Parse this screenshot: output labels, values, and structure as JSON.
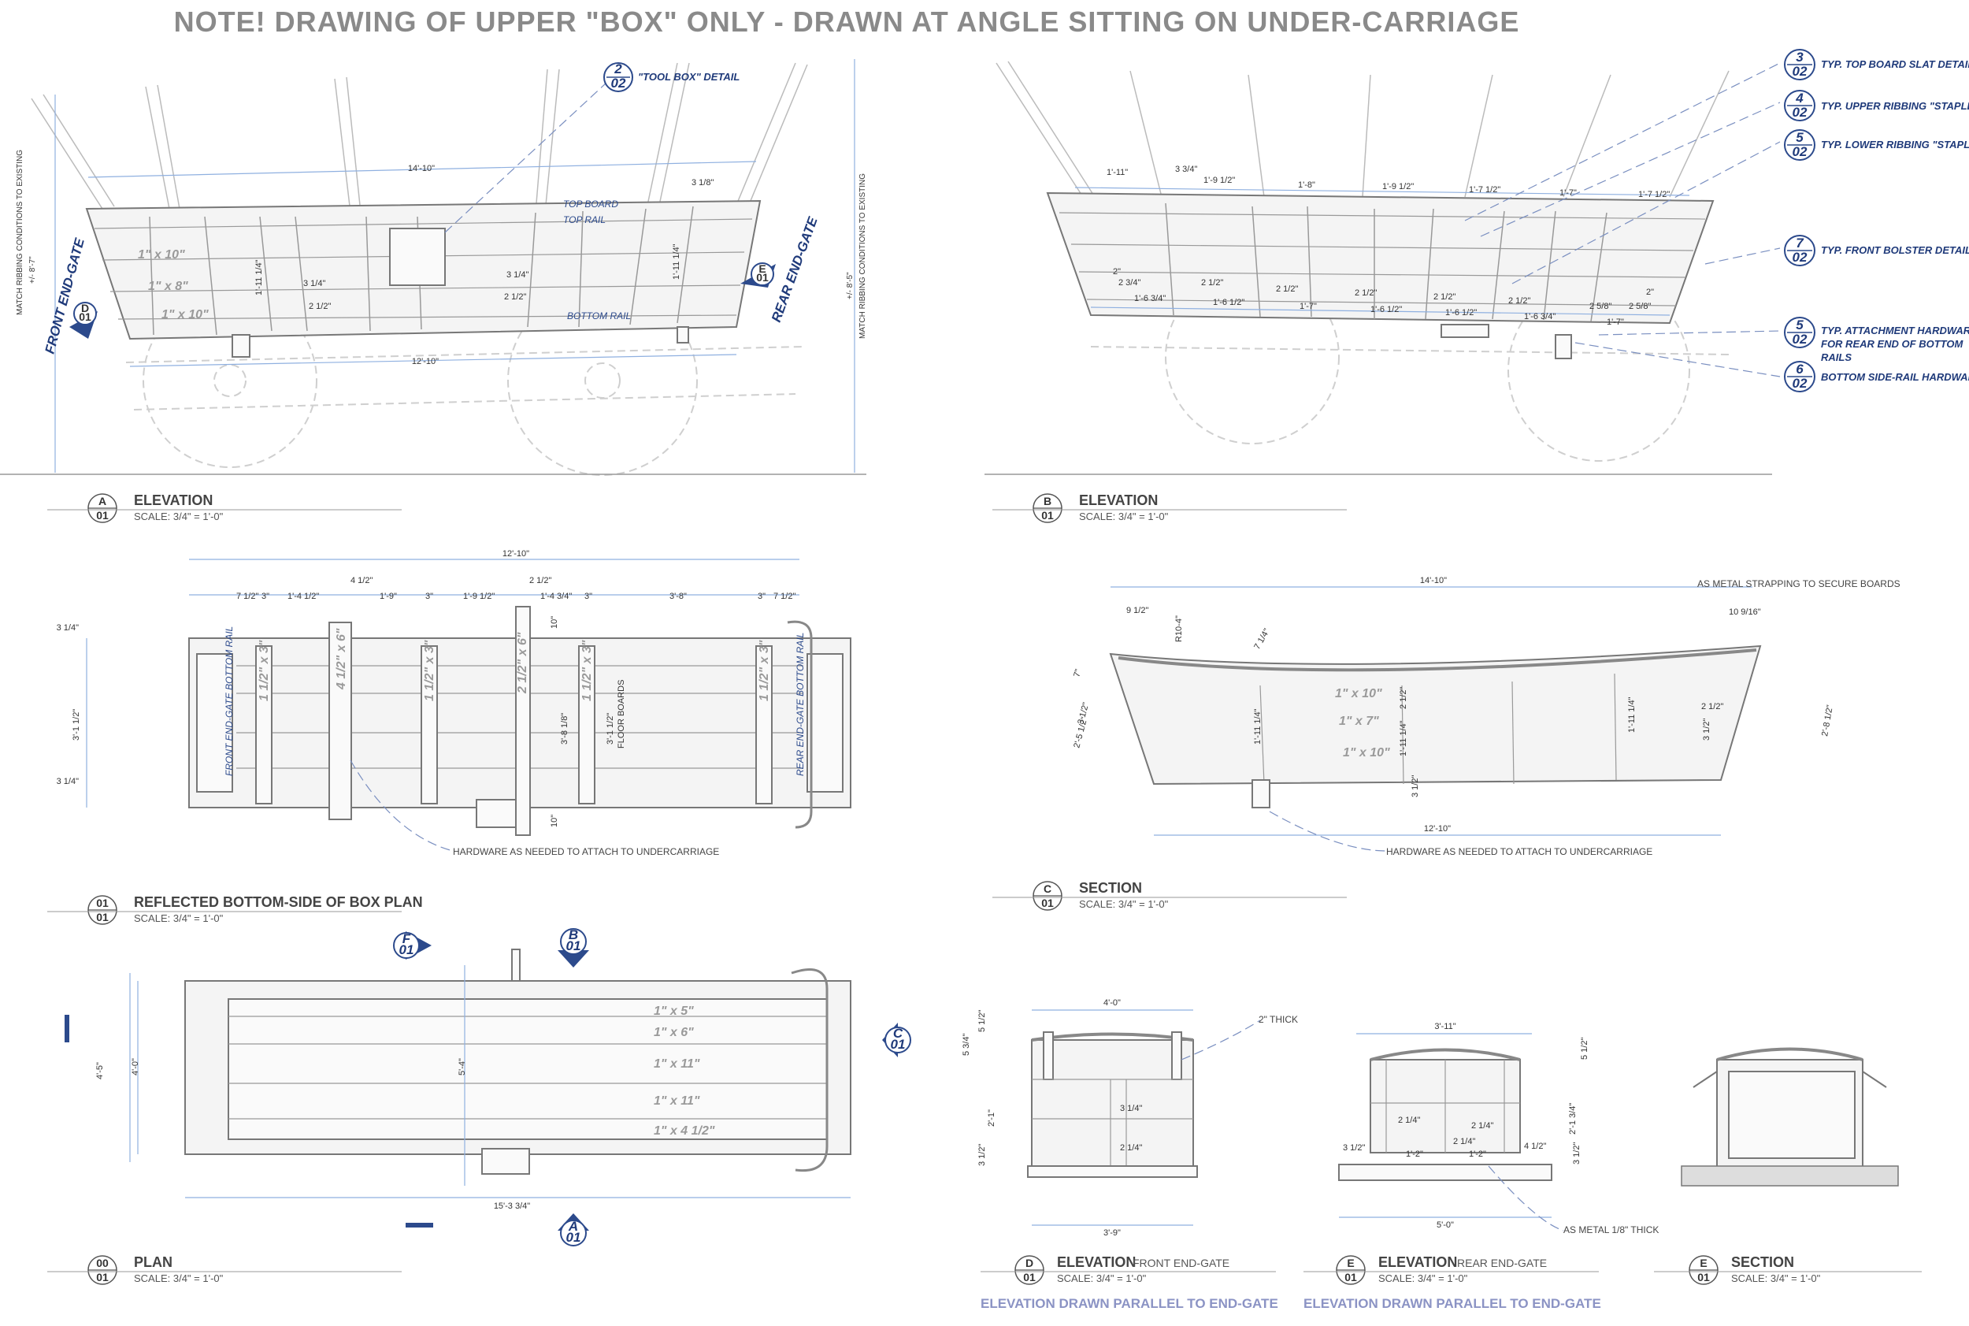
{
  "note": "NOTE! DRAWING OF UPPER \"BOX\" ONLY  - DRAWN AT ANGLE SITTING ON UNDER-CARRIAGE",
  "views": {
    "a": {
      "letter": "A",
      "sheet": "01",
      "title": "ELEVATION",
      "scale": "SCALE: 3/4\" = 1'-0\""
    },
    "b": {
      "letter": "B",
      "sheet": "01",
      "title": "ELEVATION",
      "scale": "SCALE: 3/4\" = 1'-0\""
    },
    "c": {
      "letter": "C",
      "sheet": "01",
      "title": "SECTION",
      "scale": "SCALE: 3/4\" = 1'-0\""
    },
    "r": {
      "letter": "01",
      "sheet": "01",
      "title": "REFLECTED BOTTOM-SIDE OF BOX PLAN",
      "scale": "SCALE: 3/4\" = 1'-0\""
    },
    "p": {
      "letter": "00",
      "sheet": "01",
      "title": "PLAN",
      "scale": "SCALE: 3/4\" = 1'-0\""
    },
    "d": {
      "letter": "D",
      "sheet": "01",
      "title": "ELEVATION",
      "subtitle": "FRONT END-GATE",
      "scale": "SCALE: 3/4\" = 1'-0\"",
      "note": "ELEVATION DRAWN PARALLEL TO END-GATE"
    },
    "e": {
      "letter": "E",
      "sheet": "01",
      "title": "ELEVATION",
      "subtitle": "REAR END-GATE",
      "scale": "SCALE: 3/4\" = 1'-0\"",
      "note": "ELEVATION DRAWN PARALLEL TO END-GATE"
    },
    "es": {
      "letter": "E",
      "sheet": "01",
      "title": "SECTION",
      "scale": "SCALE: 3/4\" = 1'-0\""
    }
  },
  "callouts": [
    {
      "num": "3",
      "sheet": "02",
      "text": "TYP. TOP BOARD SLAT DETAIL"
    },
    {
      "num": "4",
      "sheet": "02",
      "text": "TYP. UPPER RIBBING \"STAPLE\""
    },
    {
      "num": "5",
      "sheet": "02",
      "text": "TYP. LOWER RIBBING \"STAPLE\""
    },
    {
      "num": "7",
      "sheet": "02",
      "text": "TYP. FRONT BOLSTER DETAIL"
    },
    {
      "num": "5",
      "sheet": "02",
      "text": "TYP.  ATTACHMENT HARDWARE",
      "text2": "FOR REAR END OF BOTTOM",
      "text3": "RAILS"
    },
    {
      "num": "6",
      "sheet": "02",
      "text": "BOTTOM SIDE-RAIL HARDWARE"
    }
  ],
  "toolbox": {
    "num": "2",
    "sheet": "02",
    "text": "\"TOOL BOX\" DETAIL"
  },
  "elevA": {
    "w_top": "14'-10\"",
    "w_bot": "12'-10\"",
    "h_left": "+/- 8'-7\"",
    "h_right": "+/- 8'-5\"",
    "match": "MATCH RIBBING CONDITIONS TO EXISTING",
    "top_board": "TOP BOARD",
    "top_rail": "TOP RAIL",
    "bottom_rail": "BOTTOM RAIL",
    "front_gate": "FRONT END-GATE",
    "rear_gate": "REAR END-GATE",
    "d_marker": {
      "l": "D",
      "s": "01"
    },
    "e_marker": {
      "l": "E",
      "s": "01"
    },
    "boards": [
      "1\" x 10\"",
      "1\" x 8\"",
      "1\" x 10\""
    ],
    "dims": [
      "3 1/8\"",
      "1'-11 1/4\"",
      "3 1/4\"",
      "2 1/2\"",
      "3 1/4\"",
      "2 1/2\"",
      "1'-11 1/4\""
    ]
  },
  "elevB": {
    "top_dims": [
      "1'-11\"",
      "3 3/4\"",
      "1'-9 1/2\"",
      "1'-8\"",
      "1'-9 1/2\"",
      "1'-7 1/2\"",
      "1'-7\"",
      "1'-7 1/2\""
    ],
    "bot_dims": [
      "2\"",
      "2 3/4\"",
      "1'-6 3/4\"",
      "2 1/2\"",
      "1'-6 1/2\"",
      "2 1/2\"",
      "1'-7\"",
      "2 1/2\"",
      "1'-6 1/2\"",
      "2 1/2\"",
      "1'-6 1/2\"",
      "2 1/2\"",
      "1'-6 3/4\"",
      "2 5/8\"",
      "2 5/8\"",
      "2\"",
      "1'-7\""
    ]
  },
  "reflected": {
    "overall": "12'-10\"",
    "top_dims": [
      "7 1/2\"",
      "3\"",
      "1'-4 1/2\"",
      "4 1/2\"",
      "1'-9\"",
      "3\"",
      "1'-9 1/2\"",
      "2 1/2\"",
      "1'-4 3/4\"",
      "3\"",
      "3'-8\"",
      "3\"",
      "7 1/2\""
    ],
    "left_dims": [
      "3 1/4\"",
      "3'-1 1/2\"",
      "3 1/4\""
    ],
    "mid_dims": [
      "10\"",
      "3'-8 1/8\"",
      "10\""
    ],
    "floor": "3'-1 1/2\"",
    "floor2": "FLOOR BOARDS",
    "front_rail": "FRONT END-GATE BOTTOM RAIL",
    "rear_rail": "REAR END-GATE BOTTOM RAIL",
    "slats": [
      "1 1/2\" x 3\"",
      "4 1/2\" x 6\"",
      "1 1/2\" x 3\"",
      "2 1/2\" x 6\"",
      "1 1/2\" x 3\"",
      "1 1/2\" x 3\""
    ],
    "hardware": "HARDWARE AS NEEDED TO ATTACH TO UNDERCARRIAGE"
  },
  "section": {
    "top": "14'-10\"",
    "bot": "12'-10\"",
    "strap": "AS METAL STRAPPING TO SECURE BOARDS",
    "hardware": "HARDWARE AS NEEDED TO ATTACH TO UNDERCARRIAGE",
    "dims": [
      "9 1/2\"",
      "R10-4\"",
      "7 1/4\"",
      "10 9/16\"",
      "7\"",
      "3 1/2\"",
      "2'-5 1/2\"",
      "2'-8 1/2\"",
      "1'-11 1/4\"",
      "2 1/2\"",
      "1'-11 1/4\"",
      "1'-11 1/4\"",
      "2 1/2\"",
      "3 1/2\"",
      "3 1/2\""
    ],
    "boards": [
      "1\" x 10\"",
      "1\" x 7\"",
      "1\" x 10\""
    ]
  },
  "plan": {
    "boards": [
      "1\" x 5\"",
      "1\" x 6\"",
      "1\" x 11\"",
      "1\" x 11\"",
      "1\" x 4 1/2\""
    ],
    "dims": [
      "4'-5\"",
      "4'-0\"",
      "5'-4\"",
      "15'-3 3/4\""
    ],
    "f": {
      "l": "F",
      "s": "01"
    },
    "b": {
      "l": "B",
      "s": "01"
    },
    "c": {
      "l": "C",
      "s": "01"
    },
    "a": {
      "l": "A",
      "s": "01"
    }
  },
  "gateD": {
    "dims": [
      "4'-0\"",
      "5 3/4\"",
      "5 1/2\"",
      "2'-1\"",
      "3 1/2\"",
      "3 1/4\"",
      "2 1/4\"",
      "3'-9\""
    ],
    "thick": "2\" THICK"
  },
  "gateE": {
    "dims": [
      "3'-11\"",
      "5 1/2\"",
      "2'-1 3/4\"",
      "3 1/2\"",
      "3 1/2\"",
      "2 1/4\"",
      "2 1/4\"",
      "2 1/4\"",
      "4 1/2\"",
      "1'-2\"",
      "1'-2\"",
      "5'-0\""
    ],
    "metal": "AS METAL 1/8\" THICK"
  }
}
